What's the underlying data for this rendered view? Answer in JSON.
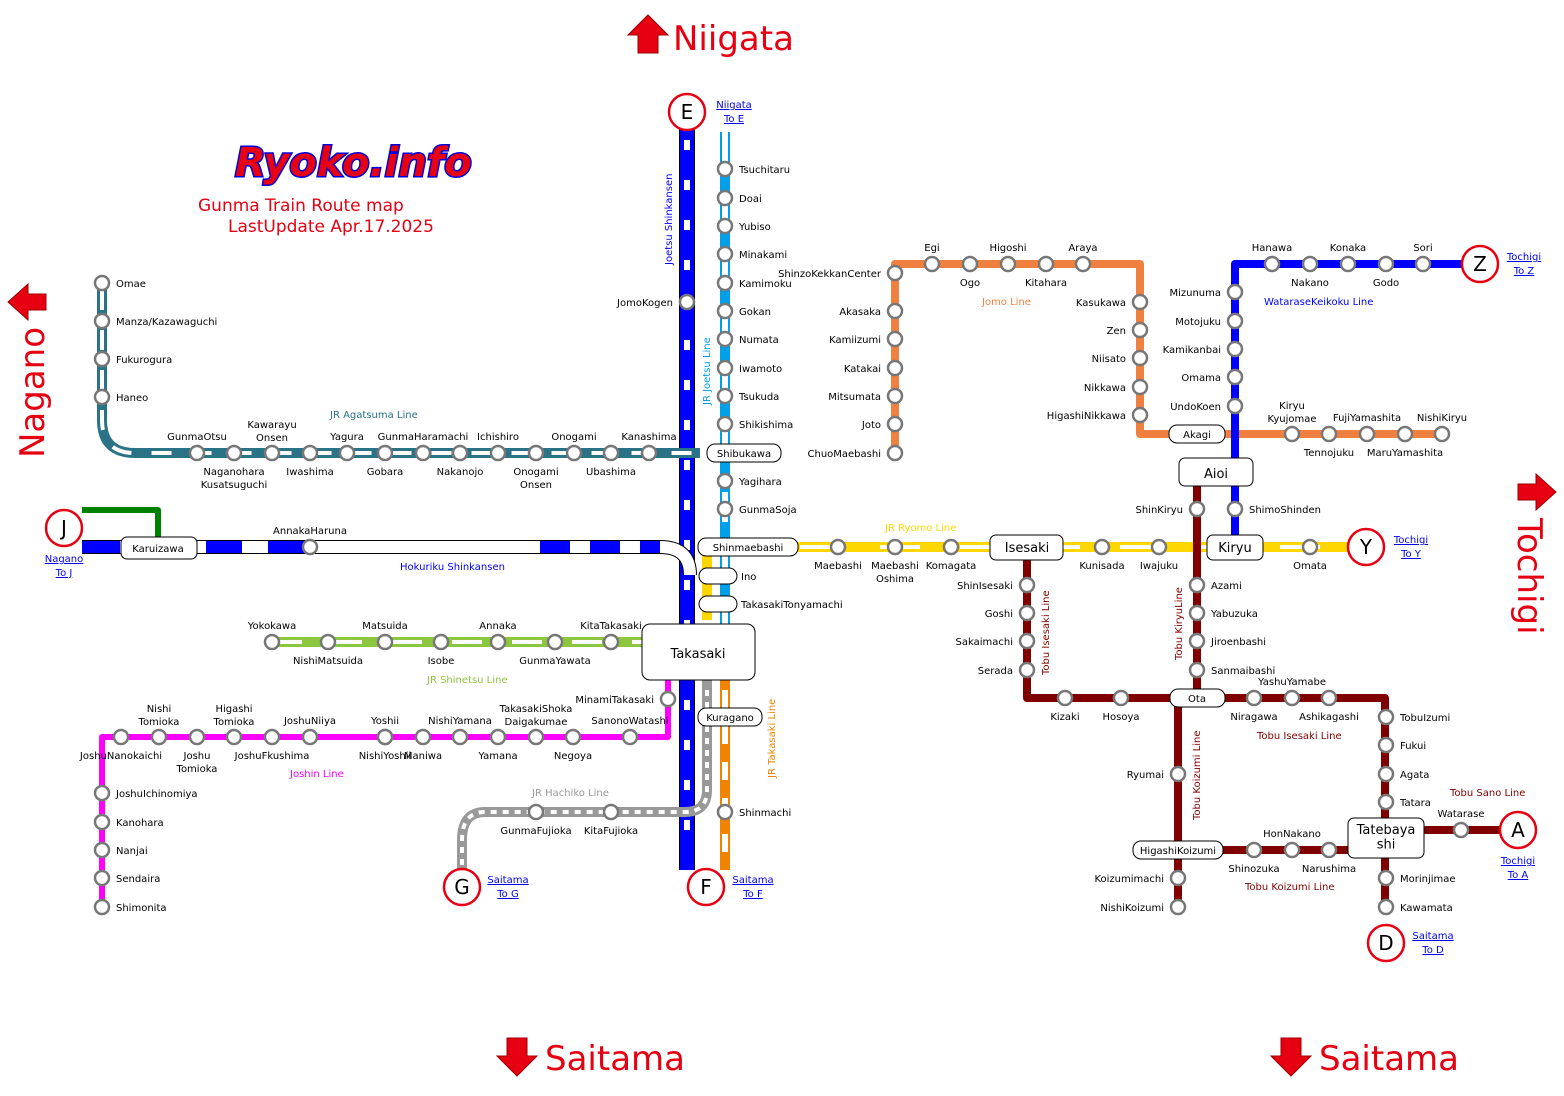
{
  "logo": "Ryoko.info",
  "title": "Gunma Train Route map",
  "updated": "LastUpdate Apr.17.2025",
  "directions": {
    "north": "Niigata",
    "west": "Nagano",
    "east": "Tochigi",
    "south_left": "Saitama",
    "south_right": "Saitama"
  },
  "hubs": {
    "takasaki": "Takasaki",
    "aioi": "Aioi",
    "isesaki": "Isesaki",
    "kiryu": "Kiryu",
    "ota": "Ota",
    "tatebayashi": "Tatebaya\nshi",
    "akagi": "Akagi",
    "shibukawa": "Shibukawa",
    "shinmaebashi": "Shinmaebashi",
    "karuizawa": "Karuizawa",
    "kuragano": "Kuragano",
    "higashikoizumi": "HigashiKoizumi",
    "ino": "Ino",
    "tonyamachi": "TakasakiTonyamachi"
  },
  "exits": [
    {
      "code": "E",
      "link1": "Niigata",
      "link2": "To E"
    },
    {
      "code": "Z",
      "link1": "Tochigi",
      "link2": "To Z"
    },
    {
      "code": "J",
      "link1": "Nagano",
      "link2": "To J"
    },
    {
      "code": "Y",
      "link1": "Tochigi",
      "link2": "To Y"
    },
    {
      "code": "G",
      "link1": "Saitama",
      "link2": "To G"
    },
    {
      "code": "F",
      "link1": "Saitama",
      "link2": "To F"
    },
    {
      "code": "A",
      "link1": "Tochigi",
      "link2": "To A"
    },
    {
      "code": "D",
      "link1": "Saitama",
      "link2": "To D"
    }
  ],
  "lines": [
    {
      "name": "Joetsu Shinkansen",
      "color": "#0000ff"
    },
    {
      "name": "JR Joetsu Line",
      "color": "#00a0e9"
    },
    {
      "name": "JR Agatsuma Line",
      "color": "#2a7387"
    },
    {
      "name": "Hokuriku Shinkansen",
      "color": "#0000ff"
    },
    {
      "name": "JR Shinetsu Line",
      "color": "#8dc63f"
    },
    {
      "name": "Joshin Line",
      "color": "#ff00ff"
    },
    {
      "name": "JR Hachiko Line",
      "color": "#999999"
    },
    {
      "name": "JR Takasaki Line",
      "color": "#f08300"
    },
    {
      "name": "JR Ryomo Line",
      "color": "#ffd700"
    },
    {
      "name": "Jomo Line",
      "color": "#f08040"
    },
    {
      "name": "WataraseKeikoku Line",
      "color": "#0000ff"
    },
    {
      "name": "Tobu Isesaki Line",
      "color": "#800000"
    },
    {
      "name": "Tobu KiryuLine",
      "color": "#800000"
    },
    {
      "name": "Tobu Koizumi Line",
      "color": "#800000"
    },
    {
      "name": "Tobu Sano Line",
      "color": "#800000"
    }
  ],
  "stations": {
    "joetsu_shinkansen": [
      "JomoKogen"
    ],
    "joetsu": [
      "Tsuchitaru",
      "Doai",
      "Yubiso",
      "Minakami",
      "Kamimoku",
      "Gokan",
      "Numata",
      "Iwamoto",
      "Tsukuda",
      "Shikishima",
      "Yagihara",
      "GunmaSoja"
    ],
    "agatsuma": [
      "Omae",
      "Manza/Kazawaguchi",
      "Fukurogura",
      "Haneo",
      "GunmaOtsu",
      "Naganohara\nKusatsuguchi",
      "Kawarayu\nOnsen",
      "Iwashima",
      "Yagura",
      "Gobara",
      "GunmaHaramachi",
      "Nakanojo",
      "Ichishiro",
      "Onogami\nOnsen",
      "Onogami",
      "Ubashima",
      "Kanashima"
    ],
    "hokuriku": [
      "AnnakaHaruna"
    ],
    "shinetsu": [
      "Yokokawa",
      "NishiMatsuida",
      "Matsuida",
      "Isobe",
      "Annaka",
      "GunmaYawata",
      "KitaTakasaki"
    ],
    "joshin": [
      "MinamiTakasaki",
      "SanonoWatashi",
      "Negoya",
      "TakasakiShoka\nDaigakumae",
      "Yamana",
      "NishiYamana",
      "Maniwa",
      "NishiYoshii",
      "Yoshii",
      "JoshuNiiya",
      "JoshuFkushima",
      "Higashi\nTomioka",
      "Joshu\nTomioka",
      "Nishi\nTomioka",
      "JoshuNanokaichi",
      "JoshuIchinomiya",
      "Kanohara",
      "Nanjai",
      "Sendaira",
      "Shimonita"
    ],
    "hachiko": [
      "KitaFujioka",
      "GunmaFujioka"
    ],
    "takasaki_line": [
      "Shinmachi"
    ],
    "ryomo": [
      "Maebashi",
      "Maebashi\nOshima",
      "Komagata",
      "Kunisada",
      "Iwajuku",
      "Omata"
    ],
    "jomo": [
      "ChuoMaebashi",
      "Joto",
      "Mitsumata",
      "Katakai",
      "Kamiizumi",
      "Akasaka",
      "ShinzoKekkanCenter",
      "Egi",
      "Ogo",
      "Higoshi",
      "Kitahara",
      "Araya",
      "Kasukawa",
      "Zen",
      "Niisato",
      "Nikkawa",
      "HigashiNikkawa"
    ],
    "watarase": [
      "ShimoShinden",
      "UndoKoen",
      "Omama",
      "Kamikanbai",
      "Motojuku",
      "Mizunuma",
      "Hanawa",
      "Nakano",
      "Konaka",
      "Godo",
      "Sori"
    ],
    "tobu_east": [
      "Kiryu\nKyujomae",
      "Tennojuku",
      "FujiYamashita",
      "MaruYamashita",
      "NishiKiryu"
    ],
    "tobu_kiryu": [
      "ShinKiryu",
      "Azami",
      "Yabuzuka",
      "Jiroenbashi",
      "Sanmaibashi"
    ],
    "tobu_isesaki": [
      "ShinIsesaki",
      "Goshi",
      "Sakaimachi",
      "Serada",
      "Kizaki",
      "Hosoya",
      "Niragawa",
      "YashuYamabe",
      "Ashikagashi",
      "TobuIzumi",
      "Fukui",
      "Agata",
      "Tatara",
      "Morinjimae",
      "Kawamata"
    ],
    "tobu_koizumi": [
      "Ryumai",
      "Koizumimachi",
      "NishiKoizumi",
      "Shinozuka",
      "HonNakano",
      "Narushima"
    ],
    "tobu_sano": [
      "Watarase"
    ]
  }
}
